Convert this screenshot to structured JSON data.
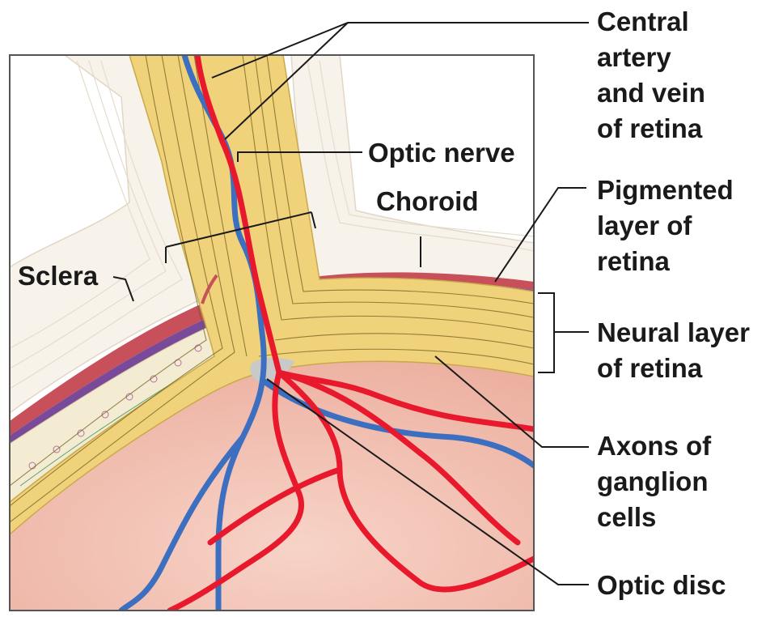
{
  "labels": {
    "central_artery_vein": [
      "Central",
      "artery",
      "and vein",
      "of retina"
    ],
    "optic_nerve": "Optic nerve",
    "choroid": "Choroid",
    "sclera": "Sclera",
    "pigmented_layer": [
      "Pigmented",
      "layer of",
      "retina"
    ],
    "neural_layer": [
      "Neural layer",
      "of retina"
    ],
    "axons_ganglion": [
      "Axons of",
      "ganglion",
      "cells"
    ],
    "optic_disc": "Optic disc"
  },
  "colors": {
    "sclera": "#f7f2ea",
    "choroid": "#c8505a",
    "pigmented": "#7a4a9a",
    "neural": "#f4ecd2",
    "nerve": "#f0d27a",
    "fundus": "#f3c1b4",
    "artery": "#e8192c",
    "vein": "#3d6fc0",
    "disc": "#c9c9c9"
  }
}
